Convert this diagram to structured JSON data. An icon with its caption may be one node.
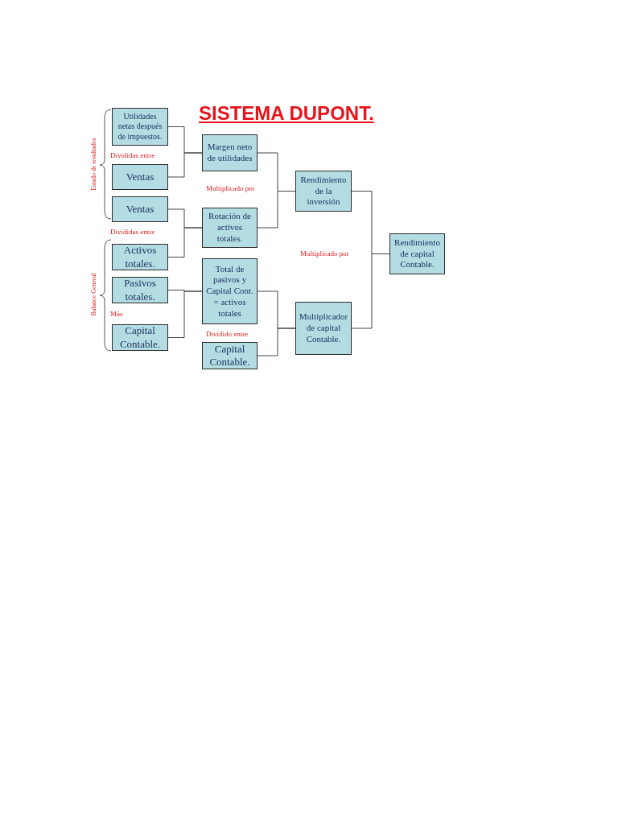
{
  "diagram": {
    "title": "SISTEMA DUPONT.",
    "nodes": [
      {
        "text": [
          "Utilidades netas después de impuestos."
        ]
      },
      {
        "text": [
          "Ventas"
        ]
      },
      {
        "text": [
          "Ventas"
        ]
      },
      {
        "text": [
          "Activos totales."
        ]
      },
      {
        "text": [
          "Pasivos totales."
        ]
      },
      {
        "text": [
          "Capital Contable."
        ]
      },
      {
        "text": [
          "Margen neto de utilidades"
        ]
      },
      {
        "text": [
          "Rotación de activos totales."
        ]
      },
      {
        "text": [
          "Total de pasivos y Capital Cont. = activos totales"
        ]
      },
      {
        "text": [
          "Capital Contable."
        ]
      },
      {
        "text": [
          "Rendimiento de la inversión"
        ]
      },
      {
        "text": [
          "Multiplicador de capital Contable."
        ]
      },
      {
        "text": [
          "Rendimiento de capital Contable."
        ]
      }
    ],
    "edges": [
      {
        "from": 0,
        "to": 6,
        "arrow": "none"
      },
      {
        "from": 1,
        "to": 6,
        "arrow": "none"
      },
      {
        "from": 2,
        "to": 7,
        "arrow": "none"
      },
      {
        "from": 3,
        "to": 7,
        "arrow": "none"
      },
      {
        "from": 4,
        "to": 8,
        "arrow": "none"
      },
      {
        "from": 5,
        "to": 8,
        "arrow": "none"
      },
      {
        "from": 6,
        "to": 10,
        "arrow": "none"
      },
      {
        "from": 7,
        "to": 10,
        "arrow": "none"
      },
      {
        "from": 8,
        "to": 11,
        "arrow": "none"
      },
      {
        "from": 9,
        "to": 11,
        "arrow": "none"
      },
      {
        "from": 10,
        "to": 12,
        "arrow": "none"
      },
      {
        "from": 11,
        "to": 12,
        "arrow": "none"
      }
    ],
    "labels": [
      "Estado de resultados",
      "Divididas entre",
      "Multiplicado por",
      "Divididas entre",
      "Multiplicado por",
      "Balance General",
      "Más",
      "Dividido entre"
    ]
  }
}
